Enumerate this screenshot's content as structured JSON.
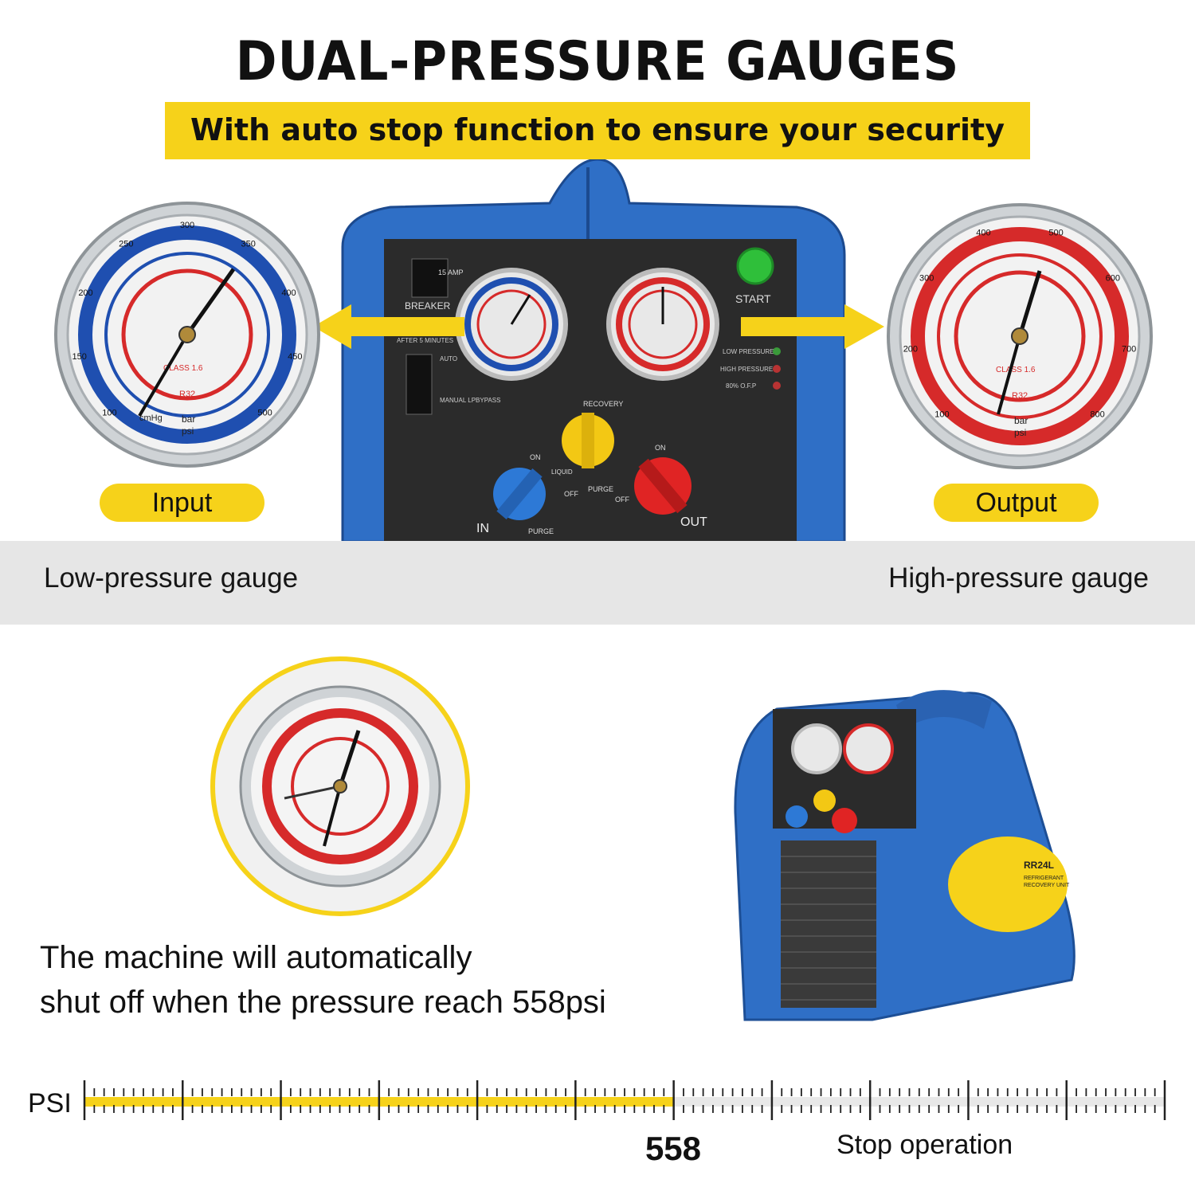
{
  "headline": "DUAL-PRESSURE GAUGES",
  "subheadline": "With auto stop function to ensure your security",
  "input_gauge": {
    "pill_label": "Input",
    "band_label": "Low-pressure gauge",
    "scale_labels": [
      "100",
      "150",
      "200",
      "250",
      "300",
      "350",
      "400",
      "450",
      "500"
    ],
    "unit_labels": [
      "cmHg",
      "bar",
      "psi",
      "CLASS 1.6",
      "R32"
    ],
    "accent": "#1f4fb0"
  },
  "output_gauge": {
    "pill_label": "Output",
    "band_label": "High-pressure gauge",
    "scale_labels": [
      "100",
      "200",
      "300",
      "400",
      "500",
      "600",
      "700",
      "800"
    ],
    "unit_labels": [
      "bar",
      "psi",
      "CLASS 1.6",
      "R32"
    ],
    "accent": "#d62a2a"
  },
  "panel": {
    "breaker": "BREAKER",
    "amp": "15 AMP",
    "after": "AFTER 5 MINUTES",
    "auto": "AUTO",
    "manual": "MANUAL LPBYPASS",
    "start": "START",
    "low_pressure": "LOW PRESSURE",
    "high_pressure": "HIGH PRESSURE",
    "ofp": "80% O.F.P",
    "recovery": "RECOVERY",
    "on_left": "ON",
    "liquid": "LIQUID",
    "off_left": "OFF",
    "purge_mid": "PURGE",
    "purge_left": "PURGE",
    "on_right": "ON",
    "off_right": "OFF",
    "in": "IN",
    "out": "OUT"
  },
  "product": {
    "model": "RR24L",
    "label_line1": "REFRIGERANT",
    "label_line2": "RECOVERY UNIT"
  },
  "auto_stop_text": {
    "line1": "The machine will automatically",
    "line2": "shut off when the pressure reach 558psi"
  },
  "scale_bar": {
    "unit_label": "PSI",
    "stop_value": "558",
    "stop_label": "Stop operation",
    "fill_fraction": 0.545,
    "fill_color": "#f6d21a",
    "track_color": "#e8e8e8"
  },
  "colors": {
    "brand_yellow": "#f6d21a",
    "machine_blue": "#2f6fc6",
    "panel_black": "#2b2b2b"
  }
}
